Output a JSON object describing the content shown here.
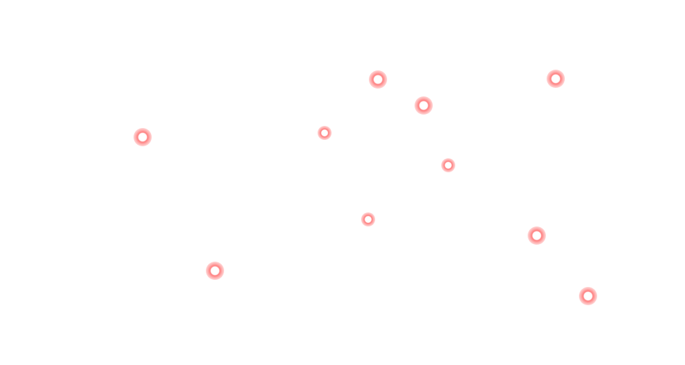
{
  "dots": [
    {
      "name": "glow-dot-1"
    },
    {
      "name": "glow-dot-2"
    },
    {
      "name": "glow-dot-3"
    },
    {
      "name": "glow-dot-4"
    },
    {
      "name": "glow-dot-5"
    },
    {
      "name": "glow-dot-6"
    },
    {
      "name": "glow-dot-7"
    },
    {
      "name": "glow-dot-8"
    },
    {
      "name": "glow-dot-9"
    },
    {
      "name": "glow-dot-10"
    }
  ],
  "colors": {
    "background": "#ffffff",
    "glow": "#ff7878",
    "core": "#ffffff"
  }
}
